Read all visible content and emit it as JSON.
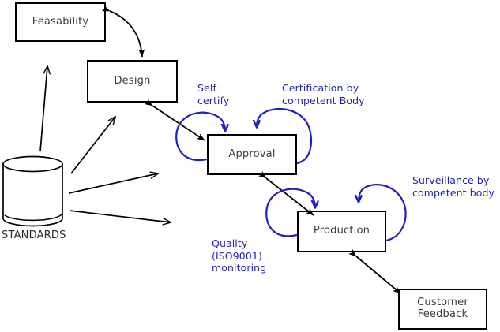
{
  "diagram": {
    "title": "Standards lifecycle process diagram",
    "colors": {
      "stroke": "#000000",
      "annotation": "#2020c0",
      "box_text": "#3b3b3b",
      "background": "#ffffff"
    },
    "nodes": [
      {
        "id": "feasability",
        "label": "Feasability",
        "shape": "rectangle"
      },
      {
        "id": "design",
        "label": "Design",
        "shape": "rectangle"
      },
      {
        "id": "approval",
        "label": "Approval",
        "shape": "rectangle"
      },
      {
        "id": "production",
        "label": "Production",
        "shape": "rectangle"
      },
      {
        "id": "customer_feedback",
        "label": "Customer\nFeedback",
        "line1": "Customer",
        "line2": "Feedback",
        "shape": "rectangle"
      },
      {
        "id": "standards",
        "label": "STANDARDS",
        "shape": "cylinder"
      }
    ],
    "annotations": [
      {
        "id": "self_certify",
        "text": "Self\ncertify",
        "attached_to": "approval",
        "color": "#2020c0"
      },
      {
        "id": "certification_by_competent_body",
        "text": "Certification by\ncompetent Body",
        "attached_to": "approval",
        "color": "#2020c0"
      },
      {
        "id": "quality_monitoring",
        "text": "Quality\n(ISO9001)\nmonitoring",
        "attached_to": "production",
        "color": "#2020c0"
      },
      {
        "id": "surveillance_by_competent_body",
        "text": "Surveillance by\ncompetent body",
        "attached_to": "production",
        "color": "#2020c0"
      }
    ],
    "edges": [
      {
        "id": "feasability-design",
        "from": "feasability",
        "to": "design",
        "style": "curved",
        "arrows": "both",
        "color": "#000000"
      },
      {
        "id": "design-approval",
        "from": "design",
        "to": "approval",
        "style": "straight",
        "arrows": "both",
        "color": "#000000"
      },
      {
        "id": "approval-production",
        "from": "approval",
        "to": "production",
        "style": "straight",
        "arrows": "both",
        "color": "#000000"
      },
      {
        "id": "production-customer-feedback",
        "from": "production",
        "to": "customer_feedback",
        "style": "straight",
        "arrows": "both",
        "color": "#000000"
      },
      {
        "id": "standards-feasability",
        "from": "standards",
        "to": "feasability",
        "style": "straight",
        "arrows": "end",
        "color": "#000000"
      },
      {
        "id": "standards-design",
        "from": "standards",
        "to": "design",
        "style": "straight",
        "arrows": "end",
        "color": "#000000"
      },
      {
        "id": "standards-approval",
        "from": "standards",
        "to": "approval",
        "style": "straight",
        "arrows": "end",
        "color": "#000000"
      },
      {
        "id": "standards-production",
        "from": "standards",
        "to": "production",
        "style": "straight",
        "arrows": "end",
        "color": "#000000"
      },
      {
        "id": "self-certify-loop",
        "from": "approval",
        "to": "approval",
        "style": "loop",
        "arrows": "end",
        "color": "#2020c0"
      },
      {
        "id": "certification-loop",
        "from": "approval",
        "to": "approval",
        "style": "loop",
        "arrows": "end",
        "color": "#2020c0"
      },
      {
        "id": "quality-loop",
        "from": "production",
        "to": "production",
        "style": "loop",
        "arrows": "end",
        "color": "#2020c0"
      },
      {
        "id": "surveillance-loop",
        "from": "production",
        "to": "production",
        "style": "loop",
        "arrows": "end",
        "color": "#2020c0"
      }
    ]
  }
}
